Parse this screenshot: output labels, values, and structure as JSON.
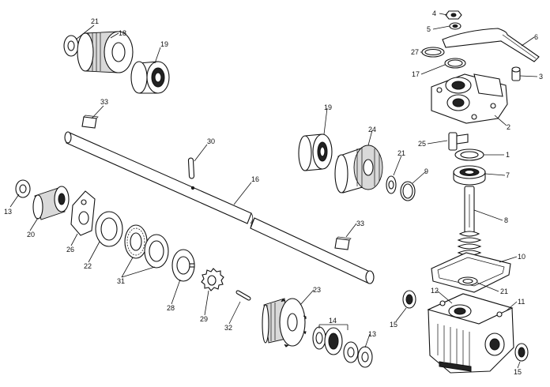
{
  "callouts": [
    {
      "id": "c21a",
      "text": "21"
    },
    {
      "id": "c18",
      "text": "18"
    },
    {
      "id": "c19a",
      "text": "19"
    },
    {
      "id": "c33a",
      "text": "33"
    },
    {
      "id": "c30",
      "text": "30"
    },
    {
      "id": "c16",
      "text": "16"
    },
    {
      "id": "c13a",
      "text": "13"
    },
    {
      "id": "c20",
      "text": "20"
    },
    {
      "id": "c26",
      "text": "26"
    },
    {
      "id": "c22",
      "text": "22"
    },
    {
      "id": "c31",
      "text": "31"
    },
    {
      "id": "c28",
      "text": "28"
    },
    {
      "id": "c29",
      "text": "29"
    },
    {
      "id": "c32",
      "text": "32"
    },
    {
      "id": "c23",
      "text": "23"
    },
    {
      "id": "c14",
      "text": "14"
    },
    {
      "id": "c13b",
      "text": "13"
    },
    {
      "id": "c33b",
      "text": "33"
    },
    {
      "id": "c19b",
      "text": "19"
    },
    {
      "id": "c24",
      "text": "24"
    },
    {
      "id": "c21b",
      "text": "21"
    },
    {
      "id": "c9",
      "text": "9"
    },
    {
      "id": "c4",
      "text": "4"
    },
    {
      "id": "c5",
      "text": "5"
    },
    {
      "id": "c6",
      "text": "6"
    },
    {
      "id": "c27",
      "text": "27"
    },
    {
      "id": "c17",
      "text": "17"
    },
    {
      "id": "c3",
      "text": "3"
    },
    {
      "id": "c2",
      "text": "2"
    },
    {
      "id": "c25",
      "text": "25"
    },
    {
      "id": "c1",
      "text": "1"
    },
    {
      "id": "c7",
      "text": "7"
    },
    {
      "id": "c8",
      "text": "8"
    },
    {
      "id": "c10",
      "text": "10"
    },
    {
      "id": "c21c",
      "text": "21"
    },
    {
      "id": "c12",
      "text": "12"
    },
    {
      "id": "c11",
      "text": "11"
    },
    {
      "id": "c15a",
      "text": "15"
    },
    {
      "id": "c15b",
      "text": "15"
    }
  ]
}
